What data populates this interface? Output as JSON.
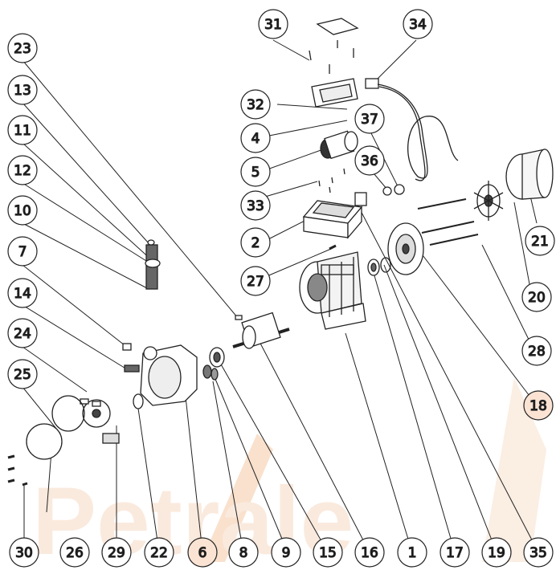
{
  "watermark": {
    "text": "Petrale",
    "color": "#f7d9c4",
    "logo_color": "#f5c9a6"
  },
  "callouts": {
    "c1": "1",
    "c2": "2",
    "c4": "4",
    "c5": "5",
    "c6": "6",
    "c7": "7",
    "c8": "8",
    "c9": "9",
    "c10": "10",
    "c11": "11",
    "c12": "12",
    "c13": "13",
    "c14": "14",
    "c15": "15",
    "c16": "16",
    "c17": "17",
    "c18": "18",
    "c19": "19",
    "c20": "20",
    "c21": "21",
    "c22": "22",
    "c23": "23",
    "c24": "24",
    "c25": "25",
    "c26": "26",
    "c27": "27",
    "c28": "28",
    "c29": "29",
    "c30": "30",
    "c31": "31",
    "c32": "32",
    "c33": "33",
    "c34": "34",
    "c35": "35",
    "c36": "36",
    "c37": "37"
  },
  "colors": {
    "line": "#222222",
    "part_fill": "#ffffff",
    "part_shade": "#555555",
    "highlight_circle": "#fbe3d3"
  }
}
